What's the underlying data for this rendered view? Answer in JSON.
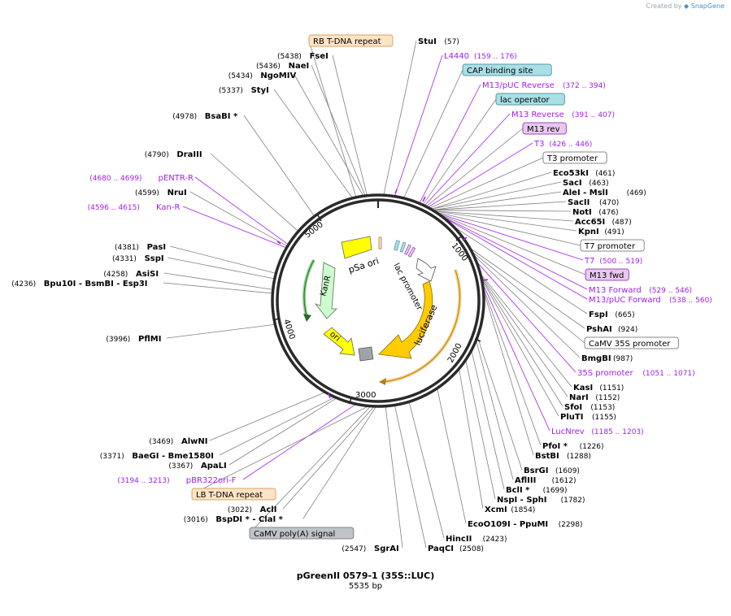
{
  "credit": {
    "prefix": "Created by",
    "brand": "SnapGene"
  },
  "plasmid": {
    "name": "pGreenII 0579-1 (35S::LUC)",
    "size_label": "5535 bp",
    "length": 5535
  },
  "ring_ticks": [
    "1000",
    "2000",
    "3000",
    "4000",
    "5000"
  ],
  "features": [
    {
      "name": "pSa ori",
      "color": "#ffff00"
    },
    {
      "name": "KanR",
      "color": "#ccffcc"
    },
    {
      "name": "ori",
      "color": "#ffff00"
    },
    {
      "name": "lac promoter",
      "color": "#ffffff"
    },
    {
      "name": "luciferase",
      "color": "#ffcc00"
    }
  ],
  "labels": [
    {
      "text": "RB T-DNA repeat",
      "kind": "box",
      "fill": "#fde4c6",
      "stroke": "#e0a060"
    },
    {
      "text": "StuI",
      "kind": "enzyme",
      "pos": "(57)"
    },
    {
      "text": "FseI",
      "kind": "enzyme",
      "pos": "(5438)"
    },
    {
      "text": "L4440",
      "kind": "primer",
      "range": "(159 .. 176)"
    },
    {
      "text": "NaeI",
      "kind": "enzyme",
      "pos": "(5436)"
    },
    {
      "text": "CAP binding site",
      "kind": "box",
      "fill": "#a9dfe6",
      "stroke": "#5a9aa3"
    },
    {
      "text": "NgoMIV",
      "kind": "enzyme",
      "pos": "(5434)"
    },
    {
      "text": "M13/pUC Reverse",
      "kind": "primer",
      "range": "(372 .. 394)"
    },
    {
      "text": "StyI",
      "kind": "enzyme",
      "pos": "(5337)"
    },
    {
      "text": "lac operator",
      "kind": "box",
      "fill": "#a9dfe6",
      "stroke": "#5a9aa3"
    },
    {
      "text": "M13 Reverse",
      "kind": "primer",
      "range": "(391 .. 407)"
    },
    {
      "text": "BsaBI *",
      "kind": "enzyme",
      "pos": "(4978)"
    },
    {
      "text": "M13 rev",
      "kind": "box",
      "fill": "#e8c8f0",
      "stroke": "#9a50b0"
    },
    {
      "text": "T3",
      "kind": "primer",
      "range": "(426 .. 446)"
    },
    {
      "text": "DraIII",
      "kind": "enzyme",
      "pos": "(4790)"
    },
    {
      "text": "T3 promoter",
      "kind": "box",
      "fill": "#ffffff",
      "stroke": "#888888"
    },
    {
      "text": "Eco53kI",
      "kind": "enzyme",
      "pos": "(461)"
    },
    {
      "text": "pENTR-R",
      "kind": "primer",
      "range": "(4680 .. 4699)"
    },
    {
      "text": "SacI",
      "kind": "enzyme",
      "pos": "(463)"
    },
    {
      "text": "NruI",
      "kind": "enzyme",
      "pos": "(4599)"
    },
    {
      "text": "AleI - MslI",
      "kind": "enzyme",
      "pos": "(469)"
    },
    {
      "text": "SacII",
      "kind": "enzyme",
      "pos": "(470)"
    },
    {
      "text": "Kan-R",
      "kind": "primer",
      "range": "(4596 .. 4615)"
    },
    {
      "text": "NotI",
      "kind": "enzyme",
      "pos": "(476)"
    },
    {
      "text": "Acc65I",
      "kind": "enzyme",
      "pos": "(487)"
    },
    {
      "text": "KpnI",
      "kind": "enzyme",
      "pos": "(491)"
    },
    {
      "text": "T7 promoter",
      "kind": "box",
      "fill": "#ffffff",
      "stroke": "#888888"
    },
    {
      "text": "PasI",
      "kind": "enzyme",
      "pos": "(4381)"
    },
    {
      "text": "SspI",
      "kind": "enzyme",
      "pos": "(4331)"
    },
    {
      "text": "T7",
      "kind": "primer",
      "range": "(500 .. 519)"
    },
    {
      "text": "AsiSI",
      "kind": "enzyme",
      "pos": "(4258)"
    },
    {
      "text": "M13 fwd",
      "kind": "box",
      "fill": "#e8c8f0",
      "stroke": "#9a50b0"
    },
    {
      "text": "Bpu10I - BsmBI - Esp3I",
      "kind": "enzyme",
      "pos": "(4236)"
    },
    {
      "text": "M13 Forward",
      "kind": "primer",
      "range": "(529 .. 546)"
    },
    {
      "text": "M13/pUC Forward",
      "kind": "primer",
      "range": "(538 .. 560)"
    },
    {
      "text": "FspI",
      "kind": "enzyme",
      "pos": "(665)"
    },
    {
      "text": "PshAI",
      "kind": "enzyme",
      "pos": "(924)"
    },
    {
      "text": "PflMI",
      "kind": "enzyme",
      "pos": "(3996)"
    },
    {
      "text": "CaMV 35S promoter",
      "kind": "box",
      "fill": "#ffffff",
      "stroke": "#888888"
    },
    {
      "text": "BmgBI",
      "kind": "enzyme",
      "pos": "(987)"
    },
    {
      "text": "35S promoter",
      "kind": "primer",
      "range": "(1051 .. 1071)"
    },
    {
      "text": "KasI",
      "kind": "enzyme",
      "pos": "(1151)"
    },
    {
      "text": "NarI",
      "kind": "enzyme",
      "pos": "(1152)"
    },
    {
      "text": "SfoI",
      "kind": "enzyme",
      "pos": "(1153)"
    },
    {
      "text": "PluTI",
      "kind": "enzyme",
      "pos": "(1155)"
    },
    {
      "text": "LucNrev",
      "kind": "primer",
      "range": "(1185 .. 1203)"
    },
    {
      "text": "AlwNI",
      "kind": "enzyme",
      "pos": "(3469)"
    },
    {
      "text": "PfoI *",
      "kind": "enzyme",
      "pos": "(1226)"
    },
    {
      "text": "BaeGI - Bme1580I",
      "kind": "enzyme",
      "pos": "(3371)"
    },
    {
      "text": "BstBI",
      "kind": "enzyme",
      "pos": "(1288)"
    },
    {
      "text": "ApaLI",
      "kind": "enzyme",
      "pos": "(3367)"
    },
    {
      "text": "BsrGI",
      "kind": "enzyme",
      "pos": "(1609)"
    },
    {
      "text": "pBR322ori-F",
      "kind": "primer",
      "range": "(3194 .. 3213)"
    },
    {
      "text": "AflIII",
      "kind": "enzyme",
      "pos": "(1612)"
    },
    {
      "text": "BclI *",
      "kind": "enzyme",
      "pos": "(1699)"
    },
    {
      "text": "LB T-DNA repeat",
      "kind": "box",
      "fill": "#fde4c6",
      "stroke": "#e0a060"
    },
    {
      "text": "NspI - SphI",
      "kind": "enzyme",
      "pos": "(1782)"
    },
    {
      "text": "XcmI",
      "kind": "enzyme",
      "pos": "(1854)"
    },
    {
      "text": "AclI",
      "kind": "enzyme",
      "pos": "(3022)"
    },
    {
      "text": "BspDI * - ClaI *",
      "kind": "enzyme",
      "pos": "(3016)"
    },
    {
      "text": "EcoO109I - PpuMI",
      "kind": "enzyme",
      "pos": "(2298)"
    },
    {
      "text": "CaMV poly(A) signal",
      "kind": "box",
      "fill": "#c0c4c8",
      "stroke": "#808488"
    },
    {
      "text": "HincII",
      "kind": "enzyme",
      "pos": "(2423)"
    },
    {
      "text": "SgrAI",
      "kind": "enzyme",
      "pos": "(2547)"
    },
    {
      "text": "PaqCI",
      "kind": "enzyme",
      "pos": "(2508)"
    }
  ],
  "colors": {
    "primer": "#a020f0",
    "enzyme": "#000000",
    "backbone": "#2a2a2a",
    "line": "#808080"
  }
}
